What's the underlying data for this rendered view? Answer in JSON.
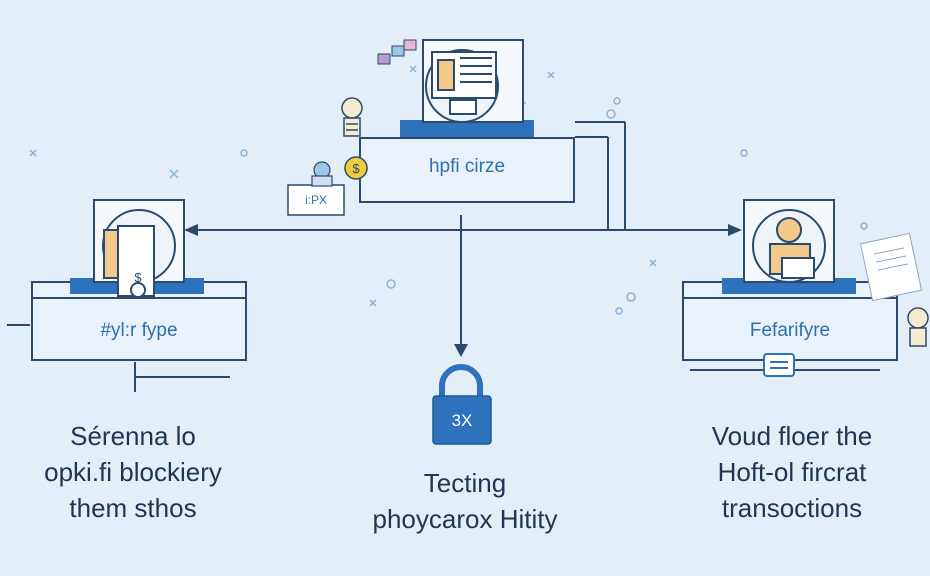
{
  "colors": {
    "background": "#e4eef8",
    "primary": "#2f6fae",
    "dark_line": "#2a4a6e",
    "panel": "#e9f2fb",
    "accent_bar": "#2e72be",
    "coin": "#f2cc3a",
    "text": "#1f3552"
  },
  "center_node": {
    "label": "hpfi cirze",
    "sign_label": "i:PX"
  },
  "left_node": {
    "label": "#yl:r fype",
    "icon_text": "$"
  },
  "right_node": {
    "label": "Fefarifyre"
  },
  "lock": {
    "label": "3X"
  },
  "captions": {
    "left": [
      "Sérenna lo",
      "opki.fi blockiery",
      "them sthos"
    ],
    "center": [
      "Tecting",
      "phoycarox Hitity"
    ],
    "right": [
      "Voud floer the",
      "Hoft-ol fircrat",
      "transoctions"
    ]
  }
}
